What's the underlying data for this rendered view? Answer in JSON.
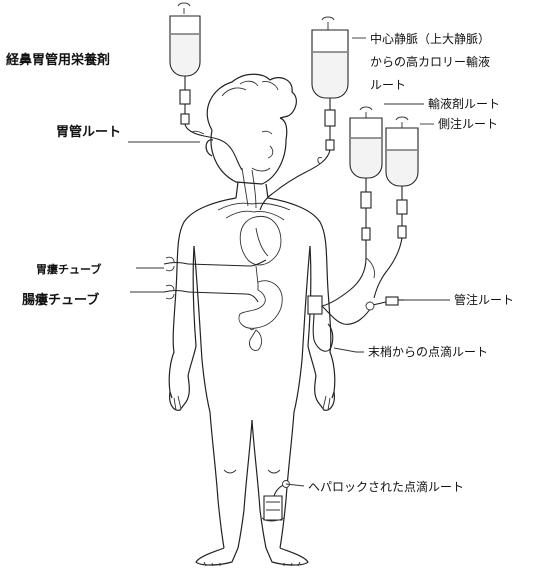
{
  "labels": {
    "enteral_nutrient": "経鼻胃管用栄養剤",
    "central_venous_line1": "中心静脈（上大静脈）",
    "central_venous_line2": "からの高カロリー輸液",
    "central_venous_line3": "ルート",
    "gastric_route": "胃管ルート",
    "infusion_route": "輸液剤ルート",
    "side_injection_route": "側注ルート",
    "gastric_tube": "胃瘻チューブ",
    "intestinal_tube": "腸瘻チューブ",
    "tube_injection_route": "管注ルート",
    "peripheral_drip_route": "末梢からの点滴ルート",
    "heparin_lock_route": "ヘパロックされた点滴ルート"
  },
  "colors": {
    "ink": "#222222",
    "background": "#ffffff",
    "fluid": "#f3f3f3"
  }
}
